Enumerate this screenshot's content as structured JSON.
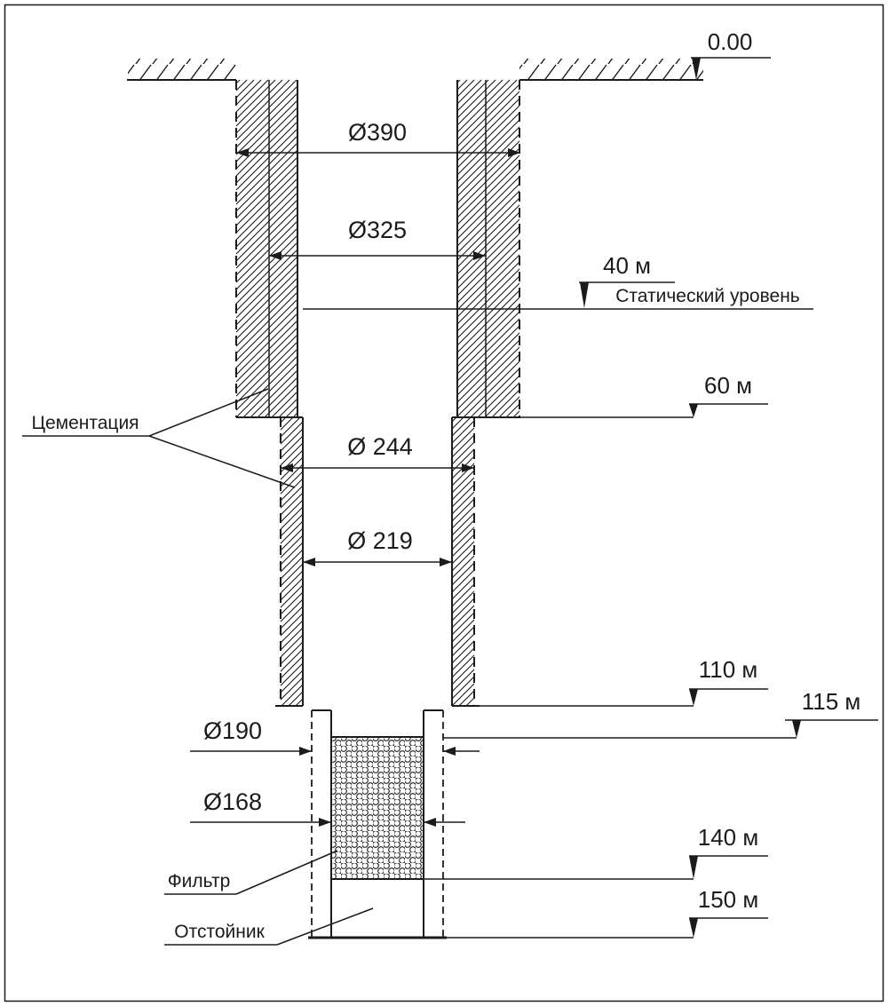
{
  "surface": {
    "elevation_zero": "0.00"
  },
  "dimensions": {
    "d390": "Ø390",
    "d325": "Ø325",
    "d244": "Ø 244",
    "d219": "Ø 219",
    "d190": "Ø190",
    "d168": "Ø168"
  },
  "depth_marks": {
    "m40": "40 м",
    "static_level": "Статический уровень",
    "m60": "60 м",
    "m110": "110 м",
    "m115": "115 м",
    "m140": "140 м",
    "m150": "150 м"
  },
  "part_labels": {
    "cementation": "Цементация",
    "filter": "Фильтр",
    "sump": "Отстойник"
  },
  "colors": {
    "ink": "#1b1b1b",
    "paper": "#ffffff"
  }
}
